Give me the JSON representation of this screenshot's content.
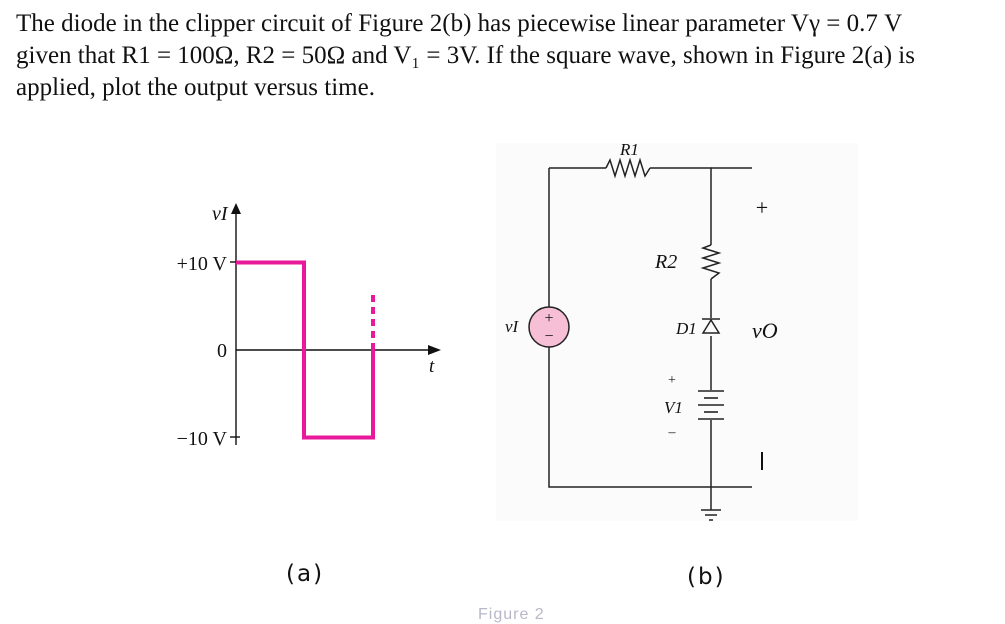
{
  "problem": {
    "lines": [
      "The diode in the clipper circuit of Figure 2(b) has piecewise linear parameter Vγ = 0.7 V",
      "given that R1 = 100Ω, R2 = 50Ω and V₁ = 3V. If the square wave, shown in Figure 2(a) is",
      "applied, plot the output versus time."
    ]
  },
  "figure_a": {
    "caption": "(a)",
    "y_axis_label": "vI",
    "x_axis_label": "t",
    "tick_labels": [
      "+10 V",
      "0",
      "−10 V"
    ],
    "waveform_color": "#e8199a",
    "waveform_values": [
      10,
      -10
    ]
  },
  "figure_b": {
    "caption": "(b)",
    "source_label": "vI",
    "source_plus": "+",
    "source_minus": "−",
    "r1_label": "R1",
    "r2_label": "R2",
    "diode_label": "D1",
    "battery_label": "V1",
    "battery_plus": "+",
    "battery_minus": "–",
    "output_plus": "+",
    "output_label": "vO",
    "output_minus": "−",
    "source_fill": "#f6bfd6"
  },
  "figure_title": "Figure 2"
}
